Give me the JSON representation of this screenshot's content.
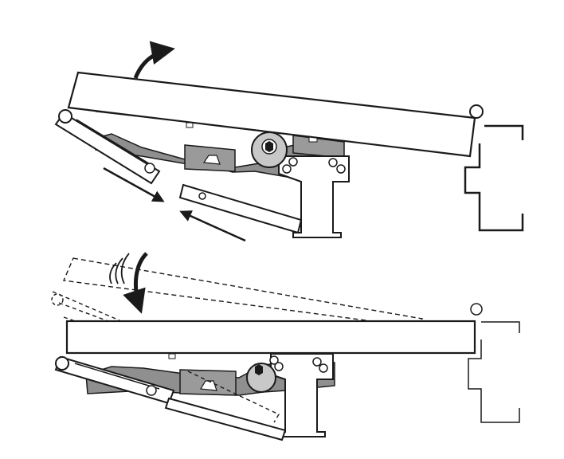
{
  "figure": {
    "colors": {
      "line": "#1a1a1a",
      "body_fill": "#ffffff",
      "mechanism_fill": "#8f8f8f",
      "mechanism_light": "#c8c8c8",
      "background": "#ffffff"
    },
    "panels": [
      {
        "state": "lid-lifted",
        "arrows": [
          "curved-up-arrow",
          "slide-in-arrow",
          "slide-out-arrow"
        ]
      },
      {
        "state": "lid-closed",
        "arrows": [
          "curved-down-arrow"
        ],
        "motion_marks": true
      }
    ]
  }
}
